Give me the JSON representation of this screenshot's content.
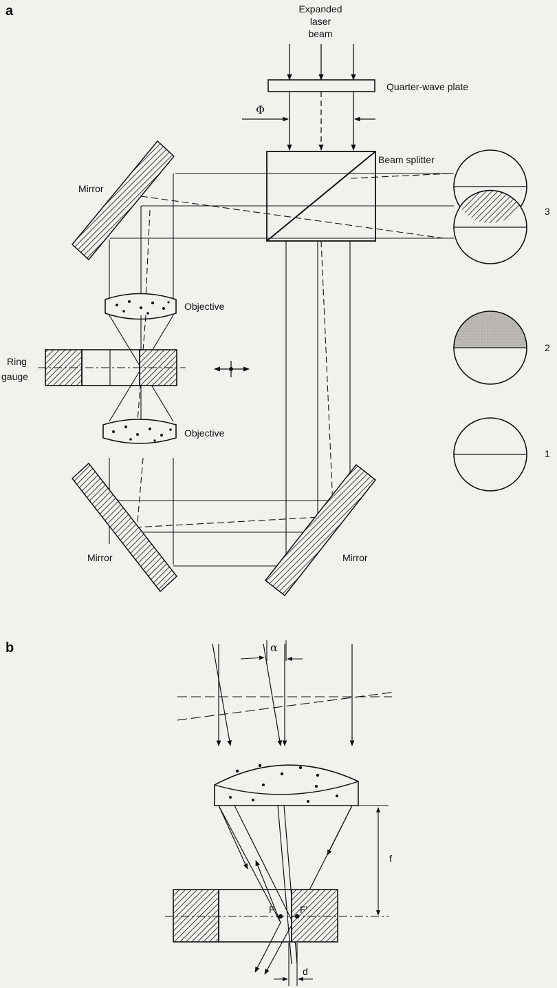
{
  "panels": {
    "a": "a",
    "b": "b"
  },
  "labels": {
    "beam_line1": "Expanded",
    "beam_line2": "laser",
    "beam_line3": "beam",
    "quarter_wave_plate": "Quarter-wave plate",
    "phi": "Φ",
    "beam_splitter": "Beam splitter",
    "mirror_top": "Mirror",
    "objective_top": "Objective",
    "ring_line1": "Ring",
    "ring_line2": "gauge",
    "objective_bottom": "Objective",
    "mirror_bottom_left": "Mirror",
    "mirror_bottom_right": "Mirror",
    "view_3": "3",
    "view_2": "2",
    "view_1": "1",
    "alpha": "α",
    "f": "f",
    "F": "F",
    "F_prime": "F'",
    "d": "d"
  },
  "colors": {
    "ink": "#111111",
    "paper": "#f3f1ee",
    "shade": "#b9b6b2"
  }
}
